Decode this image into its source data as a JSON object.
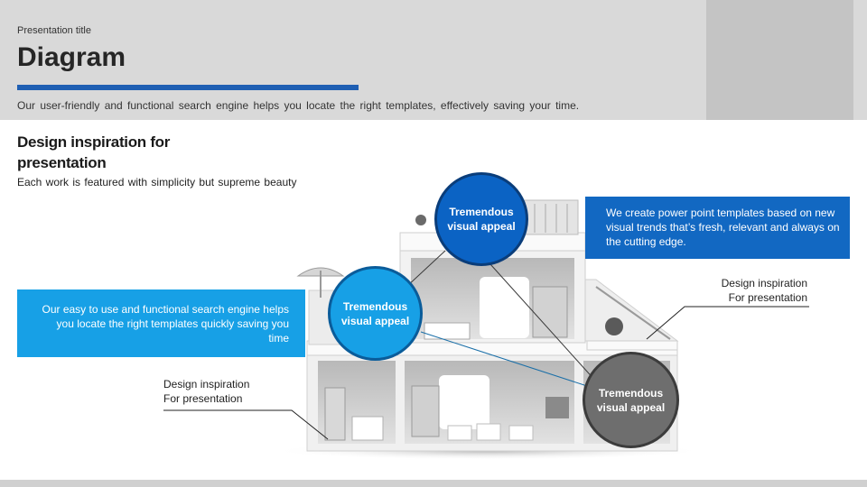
{
  "header": {
    "presentation_title": "Presentation title",
    "title": "Diagram",
    "subtitle": "Our user-friendly and functional search engine helps you locate the right templates, effectively saving your time."
  },
  "section": {
    "title": "Design inspiration for presentation",
    "subtitle": "Each work is featured with simplicity but supreme beauty"
  },
  "boxes": {
    "left_text": "Our easy to use and functional search engine helps you locate the right templates quickly saving you time",
    "right_text": "We create power point templates based on new visual trends that’s fresh, relevant and always on the cutting edge."
  },
  "circles": {
    "top": "Tremendous visual appeal",
    "middle": "Tremendous visual appeal",
    "bottom": "Tremendous visual appeal"
  },
  "callouts": {
    "right_line1": "Design inspiration",
    "right_line2": "For presentation",
    "left_line1": "Design inspiration",
    "left_line2": "For presentation"
  },
  "colors": {
    "accent_blue": "#1f5fb3",
    "light_blue": "#17a0e6",
    "dark_blue": "#1268c2",
    "gray_circle": "#6e6e6e",
    "header_bg": "#d9d9d9"
  }
}
